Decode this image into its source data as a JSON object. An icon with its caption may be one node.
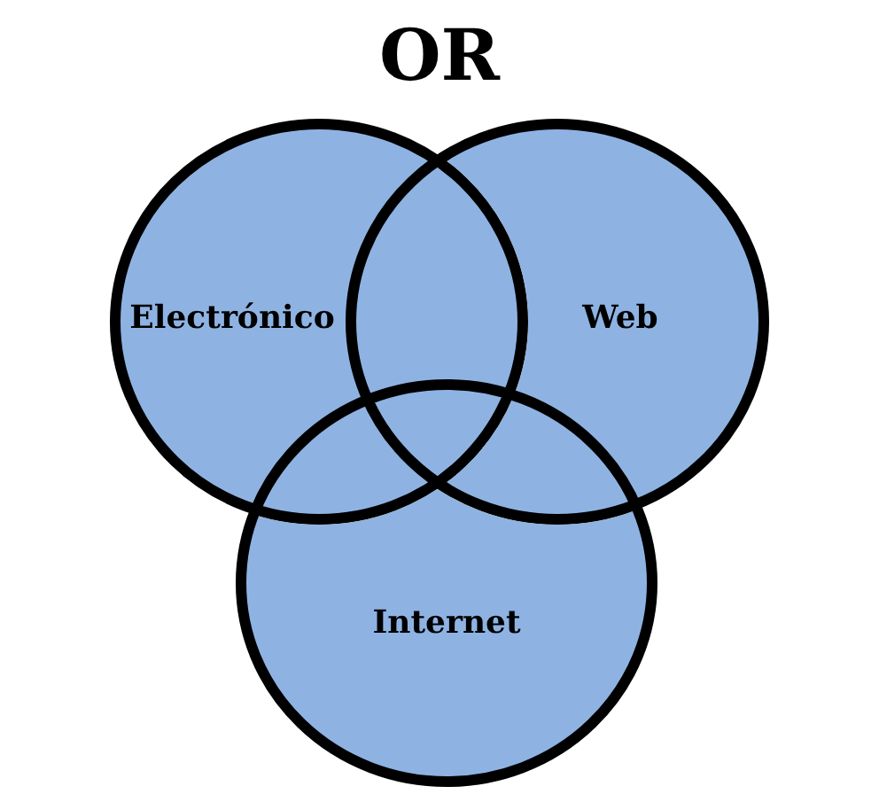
{
  "diagram": {
    "title": "OR",
    "nodes": [
      {
        "text": [
          "Electrónico"
        ]
      },
      {
        "text": [
          "Web"
        ]
      },
      {
        "text": [
          "Internet"
        ]
      }
    ]
  }
}
